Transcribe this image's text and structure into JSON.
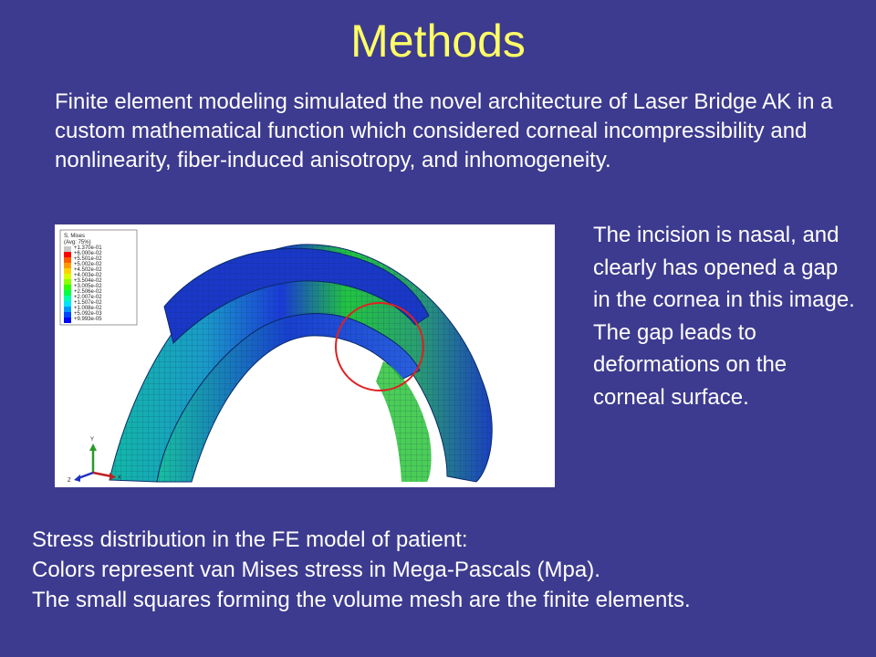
{
  "slide": {
    "title": "Methods",
    "intro": "Finite element modeling simulated the novel architecture of Laser Bridge AK in a custom mathematical function which considered corneal incompressibility and nonlinearity, fiber-induced anisotropy, and inhomogeneity.",
    "side_note": "The incision is nasal, and clearly has opened a gap in the cornea in this image. The gap leads to deformations on the corneal surface.",
    "caption": [
      "Stress distribution in the FE model of patient:",
      "Colors represent van Mises stress in Mega-Pascals (Mpa).",
      "The small squares forming the volume mesh are the finite elements."
    ]
  },
  "figure": {
    "legend_title": "S, Mises",
    "legend_subtitle": "(Avg: 75%)",
    "legend_entries": [
      {
        "label": "+1.370e-01",
        "color": "#c8c8c8"
      },
      {
        "label": "+6.000e-02",
        "color": "#ff0000"
      },
      {
        "label": "+5.501e-02",
        "color": "#ff5a00"
      },
      {
        "label": "+5.002e-02",
        "color": "#ff9a00"
      },
      {
        "label": "+4.502e-02",
        "color": "#ffd200"
      },
      {
        "label": "+4.003e-02",
        "color": "#d8ff00"
      },
      {
        "label": "+3.504e-02",
        "color": "#8cff00"
      },
      {
        "label": "+3.005e-02",
        "color": "#2eff00"
      },
      {
        "label": "+2.506e-02",
        "color": "#00ff46"
      },
      {
        "label": "+2.007e-02",
        "color": "#00ffaa"
      },
      {
        "label": "+1.507e-02",
        "color": "#00e4ff"
      },
      {
        "label": "+1.008e-02",
        "color": "#0096ff"
      },
      {
        "label": "+5.092e-03",
        "color": "#0046ff"
      },
      {
        "label": "+9.993e-05",
        "color": "#0000ff"
      }
    ],
    "axis_y": "Y",
    "axis_z": "Z",
    "axis_x": "X"
  },
  "colors": {
    "background": "#3d3b8f",
    "title": "#ffff66",
    "text": "#ffffff",
    "highlight_circle": "#e02020"
  }
}
